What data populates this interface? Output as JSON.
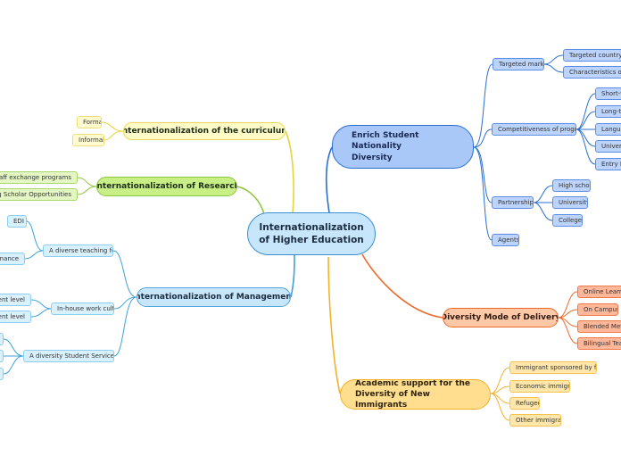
{
  "central": {
    "label": "Internationalization\nof Higher Education"
  },
  "branches": {
    "curriculum": {
      "label": "Internationalization of the curriculum",
      "children": [
        "Formal",
        "Informal"
      ]
    },
    "research": {
      "label": "Internationalization of Research",
      "children": [
        "Faculty staff exchange programs",
        "Visiting Scholar Opportunities"
      ]
    },
    "management": {
      "label": "Internationalization of Management",
      "teaching": {
        "label": "A diverse teaching force",
        "children": [
          "EDI",
          "Governance"
        ]
      },
      "culture": {
        "label": "In-house work culture",
        "children": [
          "Management level",
          "Department level"
        ]
      },
      "service": {
        "label": "A diversity Student Service Team"
      }
    },
    "enrich": {
      "label": "Enrich Student Nationality\nDiversity",
      "market": {
        "label": "Targeted market",
        "children": [
          "Targeted country / region",
          "Characteristics of the market"
        ]
      },
      "programs": {
        "label": "Competitiveness of programs",
        "children": [
          "Short-term",
          "Long-term",
          "Language",
          "University",
          "Entry Requirements"
        ]
      },
      "partnerships": {
        "label": "Partnerships",
        "children": [
          "High school",
          "University",
          "College"
        ]
      },
      "agents": {
        "label": "Agents"
      }
    },
    "delivery": {
      "label": "Diversity Mode of Delivery",
      "children": [
        "Online Learning",
        "On Campus",
        "Blended Method",
        "Bilingual Teaching"
      ]
    },
    "academic": {
      "label": "Academic support for the\nDiversity of New Immigrants",
      "children": [
        "Immigrant sponsored by family",
        "Economic immigrant",
        "Refugee",
        "Other immigrant"
      ]
    }
  },
  "colors": {
    "curriculum": "#e6d43c",
    "research": "#8cc63f",
    "management": "#3da2d8",
    "enrich": "#2a6fd1",
    "delivery": "#ec6a2a",
    "academic": "#f3b22b"
  }
}
